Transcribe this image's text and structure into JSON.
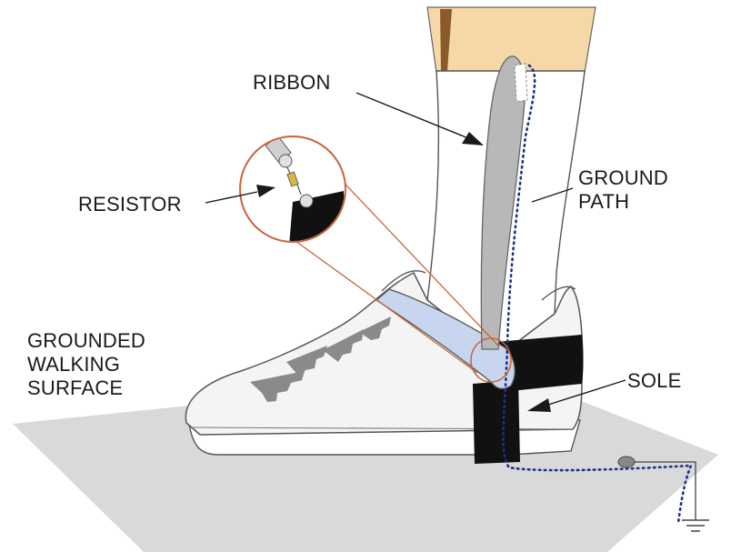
{
  "labels": {
    "ribbon": "RIBBON",
    "resistor": "RESISTOR",
    "ground_path": [
      "GROUND",
      "PATH"
    ],
    "grounded_surface": [
      "GROUNDED",
      "WALKING",
      "SURFACE"
    ],
    "sole": "SOLE"
  },
  "colors": {
    "floor": "#d9d9d9",
    "shoe": "#f4f4f4",
    "outline": "#555555",
    "sock": "#ffffff",
    "skin": "#f5d7a8",
    "strap": "#c7d6ee",
    "black_band": "#111111",
    "ribbon": "#b8b8b8",
    "ground_path": "#1f2f8a",
    "callout": "#c8643c"
  }
}
